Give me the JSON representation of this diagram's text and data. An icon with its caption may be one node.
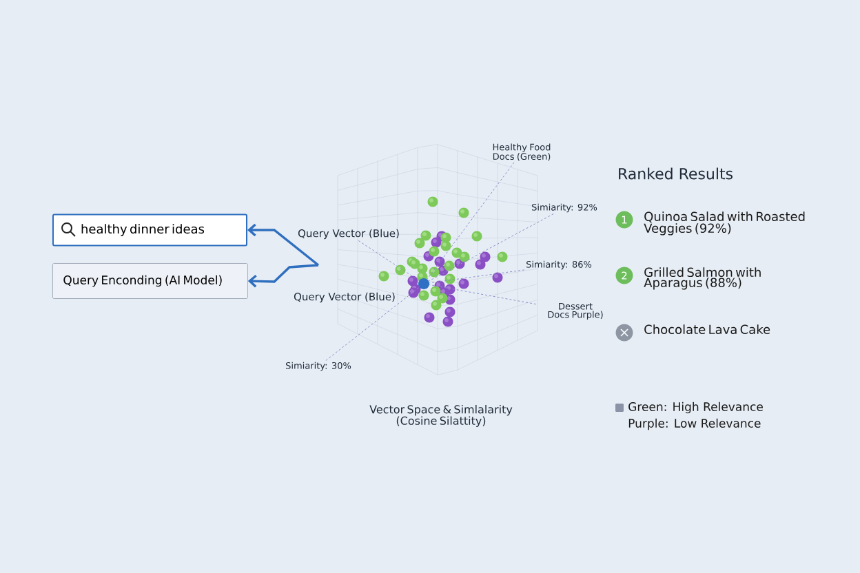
{
  "diagram": {
    "nodes": [
      {
        "text": [
          "healthy dinner ideas"
        ]
      },
      {
        "text": [
          "Query Enconding (AI Model)"
        ]
      },
      {
        "text": [],
        "shape": "circle"
      },
      {
        "text": [
          "Query Vector (Blue)"
        ]
      },
      {
        "text": [
          "Healthy Food Docs (Green)"
        ]
      },
      {
        "text": [
          "Simiarity: 92%"
        ]
      },
      {
        "text": [
          "Simiarity: 86%"
        ]
      },
      {
        "text": [
          "Dessert Docs Purple)"
        ]
      },
      {
        "text": [
          "Simiarity: 30%"
        ]
      },
      {
        "text": [
          "1"
        ],
        "beside": [
          "Quinoa Salad with Roasted Veggies (92%)"
        ]
      },
      {
        "text": [
          "2"
        ],
        "beside": [
          "Grilled Salmon with Aparagus (88%)"
        ]
      },
      {
        "text": [],
        "shape": "circle",
        "beside": [
          "Chocolate Lava Cake"
        ]
      }
    ],
    "edges": [
      {
        "from": null,
        "to": 0,
        "arrow": "to",
        "style": "thick",
        "color": "#2f6fbf"
      },
      {
        "from": null,
        "to": 1,
        "arrow": "to",
        "style": "thick",
        "color": "#2f6fbf"
      },
      {
        "from": 3,
        "to": 2,
        "arrow": "none",
        "style": "dashed"
      },
      {
        "from": 4,
        "to": 2,
        "arrow": "none",
        "style": "dashed"
      },
      {
        "from": 5,
        "to": 2,
        "arrow": "none",
        "style": "dashed"
      },
      {
        "from": 6,
        "to": 2,
        "arrow": "none",
        "style": "dashed"
      },
      {
        "from": 7,
        "to": 2,
        "arrow": "none",
        "style": "dashed"
      },
      {
        "from": 8,
        "to": 2,
        "arrow": "none",
        "style": "dashed"
      }
    ],
    "labels": [
      "Query Vector (Blue)",
      "Ranked Results",
      "Vector Space & Simlalarity (Cosine Silattity)"
    ],
    "legend": [
      {
        "text": "Green: High Relevance",
        "color": "#8a94a6"
      },
      {
        "text": "Purple: Low Relevance"
      }
    ]
  }
}
